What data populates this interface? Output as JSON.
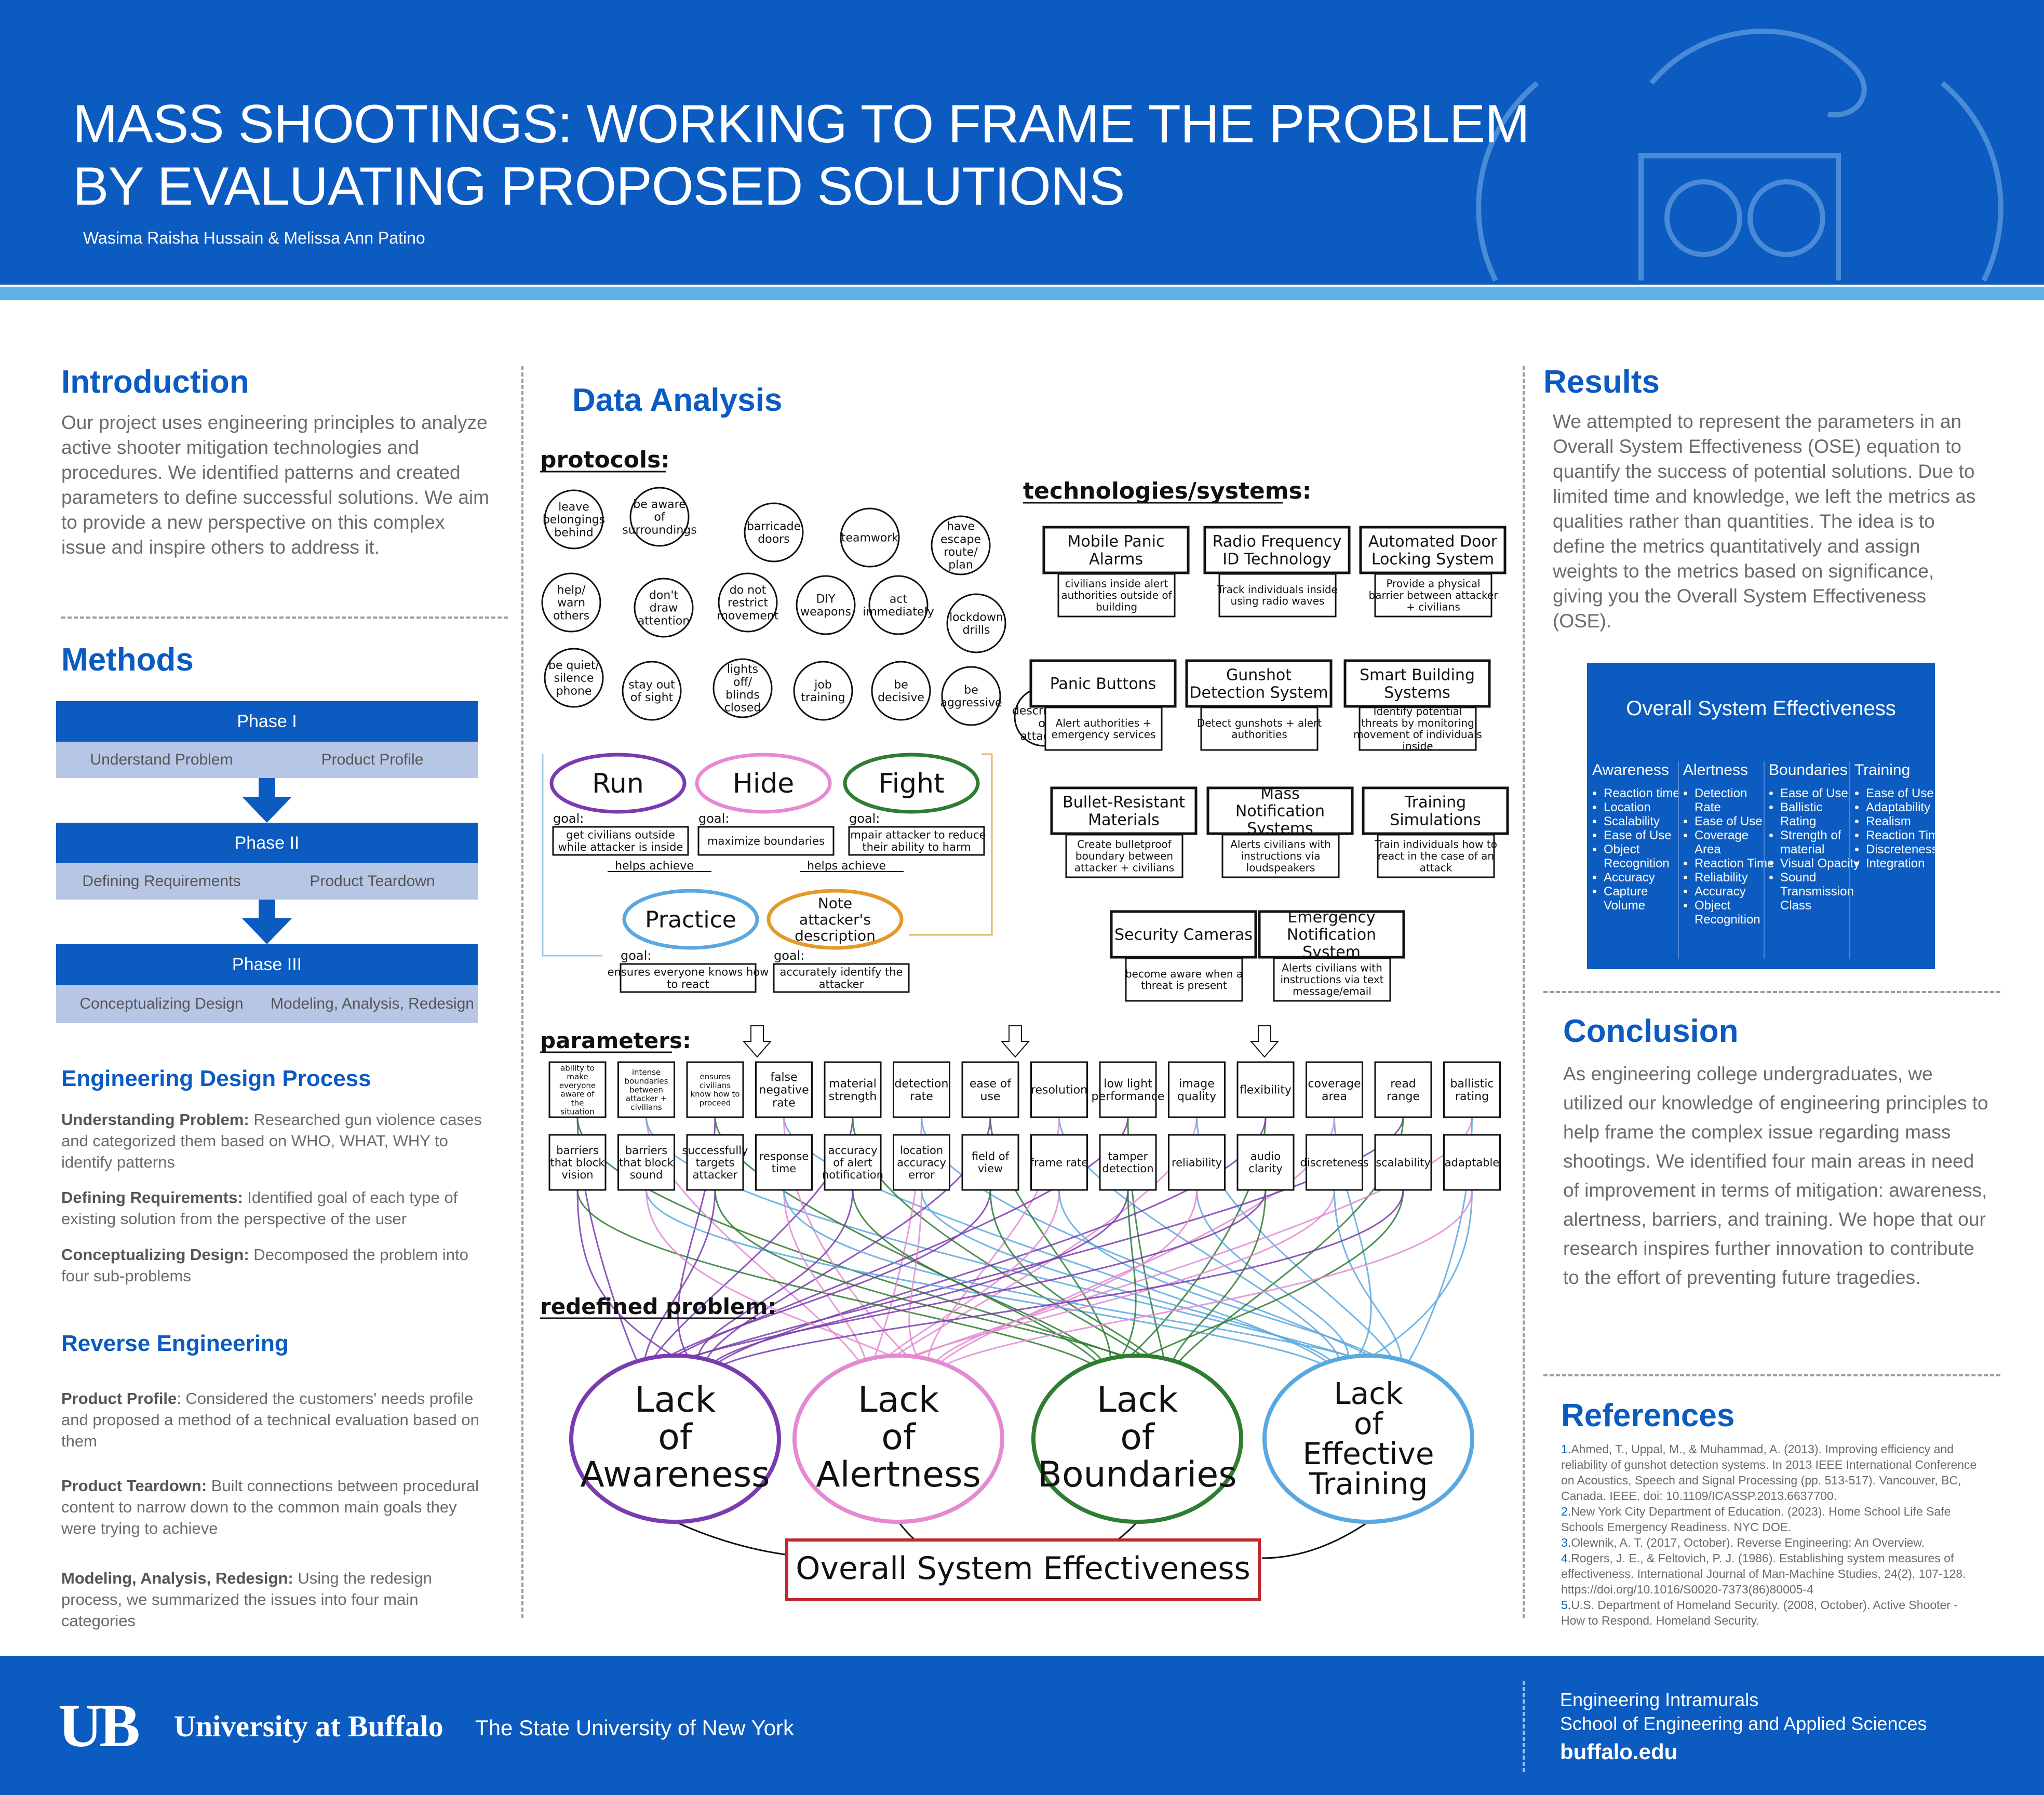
{
  "header": {
    "title_line1": "MASS SHOOTINGS: WORKING TO FRAME THE PROBLEM",
    "title_line2": "BY EVALUATING PROPOSED SOLUTIONS",
    "authors": "Wasima Raisha Hussain & Melissa Ann Patino"
  },
  "introduction": {
    "title": "Introduction",
    "text": "Our project uses engineering principles to analyze active shooter mitigation technologies and procedures. We identified patterns and created parameters to define successful solutions. We aim to provide a new perspective on this complex issue and inspire others to address it."
  },
  "methods": {
    "title": "Methods",
    "phases": [
      {
        "name": "Phase I",
        "left": "Understand Problem",
        "right": "Product Profile"
      },
      {
        "name": "Phase II",
        "left": "Defining Requirements",
        "right": "Product Teardown"
      },
      {
        "name": "Phase III",
        "left": "Conceptualizing Design",
        "right": "Modeling, Analysis, Redesign"
      }
    ],
    "edp_title": "Engineering Design Process",
    "edp": [
      {
        "label": "Understanding Problem:",
        "text": " Researched gun violence cases and categorized them based on WHO, WHAT, WHY to identify patterns"
      },
      {
        "label": "Defining Requirements:",
        "text": " Identified goal of each type of existing solution from the perspective of the user"
      },
      {
        "label": "Conceptualizing Design:",
        "text": " Decomposed the problem into four sub-problems"
      }
    ],
    "re_title": "Reverse Engineering",
    "re": [
      {
        "label": "Product Profile",
        "text": ": Considered the customers' needs profile and proposed a method of a technical evaluation based on them"
      },
      {
        "label": "Product Teardown:",
        "text": " Built connections between procedural content to narrow down to the common main goals they were trying to achieve"
      },
      {
        "label": "Modeling, Analysis, Redesign:",
        "text": " Using the redesign process, we summarized the issues into four main categories"
      }
    ]
  },
  "data_analysis": {
    "title": "Data Analysis",
    "protocols_label": "protocols:",
    "protocol_bubbles": [
      "leave belongings behind",
      "be aware of surroundings",
      "barricade doors",
      "teamwork",
      "have escape route/ plan",
      "help/ warn others",
      "don't draw attention",
      "do not restrict movement",
      "DIY weapons",
      "act immediately",
      "lockdown drills",
      "be quiet/ silence phone",
      "stay out of sight",
      "lights off/ blinds closed",
      "job training",
      "be decisive",
      "be aggressive",
      "note description of attacker"
    ],
    "actions": [
      {
        "name": "Run",
        "goal": "get civilians outside while attacker is inside"
      },
      {
        "name": "Hide",
        "goal": "maximize boundaries"
      },
      {
        "name": "Fight",
        "goal": "impair attacker to reduce their ability to harm"
      },
      {
        "name": "Practice",
        "goal": "ensures everyone knows how to react"
      },
      {
        "name": "Note attacker's description",
        "goal": "accurately identify the attacker"
      }
    ],
    "goal_label": "goal:",
    "helps_achieve": "helps achieve",
    "technologies_label": "technologies/systems:",
    "technologies": [
      {
        "name": "Mobile Panic Alarms",
        "desc": "civilians inside alert authorities outside of building"
      },
      {
        "name": "Radio Frequency ID Technology",
        "desc": "Track individuals inside using radio waves"
      },
      {
        "name": "Automated Door Locking System",
        "desc": "Provide a physical barrier between attacker + civilians"
      },
      {
        "name": "Panic Buttons",
        "desc": "Alert authorities + emergency services"
      },
      {
        "name": "Gunshot Detection System",
        "desc": "Detect gunshots + alert authorities"
      },
      {
        "name": "Smart Building Systems",
        "desc": "Identify potential threats by monitoring movement of individuals inside"
      },
      {
        "name": "Bullet-Resistant Materials",
        "desc": "Create bulletproof boundary between attacker + civilians"
      },
      {
        "name": "Mass Notification Systems",
        "desc": "Alerts civilians with instructions via loudspeakers"
      },
      {
        "name": "Training Simulations",
        "desc": "Train individuals how to react in the case of an attack"
      },
      {
        "name": "Security Cameras",
        "desc": "become aware when a threat is present"
      },
      {
        "name": "Emergency Notification System",
        "desc": "Alerts civilians with instructions via text message/email"
      }
    ],
    "parameters_label": "parameters:",
    "parameters_row1": [
      "ability to make everyone aware of the situation",
      "intense boundaries between attacker + civilians",
      "ensures civilians know how to proceed",
      "false negative rate",
      "material strength",
      "detection rate",
      "ease of use",
      "resolution",
      "low light performance",
      "image quality",
      "flexibility",
      "coverage area",
      "read range",
      "ballistic rating"
    ],
    "parameters_row2": [
      "barriers that block vision",
      "barriers that block sound",
      "successfully targets attacker",
      "response time",
      "accuracy of alert notification",
      "location accuracy error",
      "field of view",
      "frame rate",
      "tamper detection",
      "reliability",
      "audio clarity",
      "discreteness",
      "scalability",
      "adaptable"
    ],
    "redefined_label": "redefined problem:",
    "problems": [
      {
        "line1": "Lack",
        "line2": "of",
        "line3": "Awareness"
      },
      {
        "line1": "Lack",
        "line2": "of",
        "line3": "Alertness"
      },
      {
        "line1": "Lack",
        "line2": "of",
        "line3": "Boundaries"
      },
      {
        "line1": "Lack",
        "line2": "of",
        "line3": "Effective",
        "line4": "Training"
      }
    ],
    "ose_label": "Overall System Effectiveness"
  },
  "results": {
    "title": "Results",
    "text": "We attempted to represent the parameters in an Overall System Effectiveness (OSE) equation to quantify the success of potential solutions. Due to limited time and knowledge, we left the metrics as qualities rather than quantities. The idea is to define the metrics quantitatively and assign weights to the metrics based on significance, giving you the Overall System Effectiveness (OSE).",
    "table": {
      "title": "Overall System Effectiveness",
      "columns": [
        {
          "header": "Awareness",
          "items": [
            "Reaction time",
            "Location",
            "Scalability",
            "Ease of Use",
            "Object Recognition",
            "Accuracy",
            "Capture Volume"
          ]
        },
        {
          "header": "Alertness",
          "items": [
            "Detection Rate",
            "Ease of Use",
            "Coverage Area",
            "Reaction Time",
            "Reliability",
            "Accuracy",
            "Object Recognition"
          ]
        },
        {
          "header": "Boundaries",
          "items": [
            "Ease of Use",
            "Ballistic Rating",
            "Strength of material",
            "Visual Opacity",
            "Sound Transmission Class"
          ]
        },
        {
          "header": "Training",
          "items": [
            "Ease of Use",
            "Adaptability",
            "Realism",
            "Reaction Time",
            "Discreteness",
            "Integration"
          ]
        }
      ]
    }
  },
  "conclusion": {
    "title": "Conclusion",
    "text": "As engineering college undergraduates, we utilized our knowledge of engineering principles to help frame the complex issue regarding mass shootings. We identified four main areas in need of improvement in terms of mitigation: awareness, alertness, barriers, and training. We hope that our research inspires further innovation to contribute to the effort of preventing future tragedies."
  },
  "references": {
    "title": "References",
    "items": [
      {
        "num": "1.",
        "text": "Ahmed, T., Uppal, M., & Muhammad, A. (2013). Improving efficiency and reliability of gunshot detection systems. In 2013 IEEE International Conference on Acoustics, Speech and Signal Processing (pp. 513-517). Vancouver, BC, Canada. IEEE. doi: 10.1109/ICASSP.2013.6637700."
      },
      {
        "num": "2.",
        "text": "New York City Department of Education. (2023). Home School Life Safe Schools Emergency Readiness. NYC DOE."
      },
      {
        "num": "3.",
        "text": "Olewnik, A. T. (2017, October). Reverse Engineering: An Overview."
      },
      {
        "num": "4.",
        "text": "Rogers, J. E., & Feltovich, P. J. (1986). Establishing system measures of effectiveness. International Journal of Man-Machine Studies, 24(2), 107-128. https://doi.org/10.1016/S0020-7373(86)80005-4"
      },
      {
        "num": "5.",
        "text": "U.S. Department of Homeland Security. (2008, October). Active Shooter - How to Respond. Homeland Security."
      }
    ]
  },
  "footer": {
    "logo_mark": "UB",
    "university": "University at Buffalo",
    "suny": "The State University of New York",
    "line1": "Engineering Intramurals",
    "line2": "School of Engineering and Applied Sciences",
    "url": "buffalo.edu"
  },
  "colors": {
    "brand_blue": "#0b5bc1",
    "light_blue": "#5fb1e8",
    "phase_sub": "#b8c6e6",
    "run": "#7a3bb0",
    "hide": "#e58ad2",
    "fight": "#2e7d32",
    "practice": "#5aa8e0",
    "note": "#e39a2a",
    "ose_box": "#c0282d"
  }
}
